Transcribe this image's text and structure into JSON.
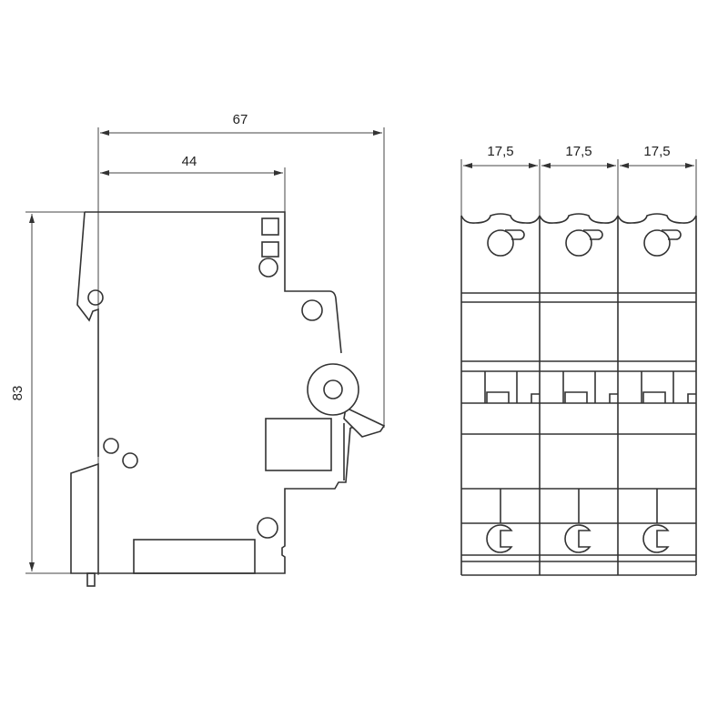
{
  "dimensions": {
    "overall_depth": "67",
    "body_depth": "44",
    "height": "83",
    "pole_widths": [
      "17,5",
      "17,5",
      "17,5"
    ]
  },
  "colors": {
    "line": "#333333",
    "background": "#ffffff"
  }
}
